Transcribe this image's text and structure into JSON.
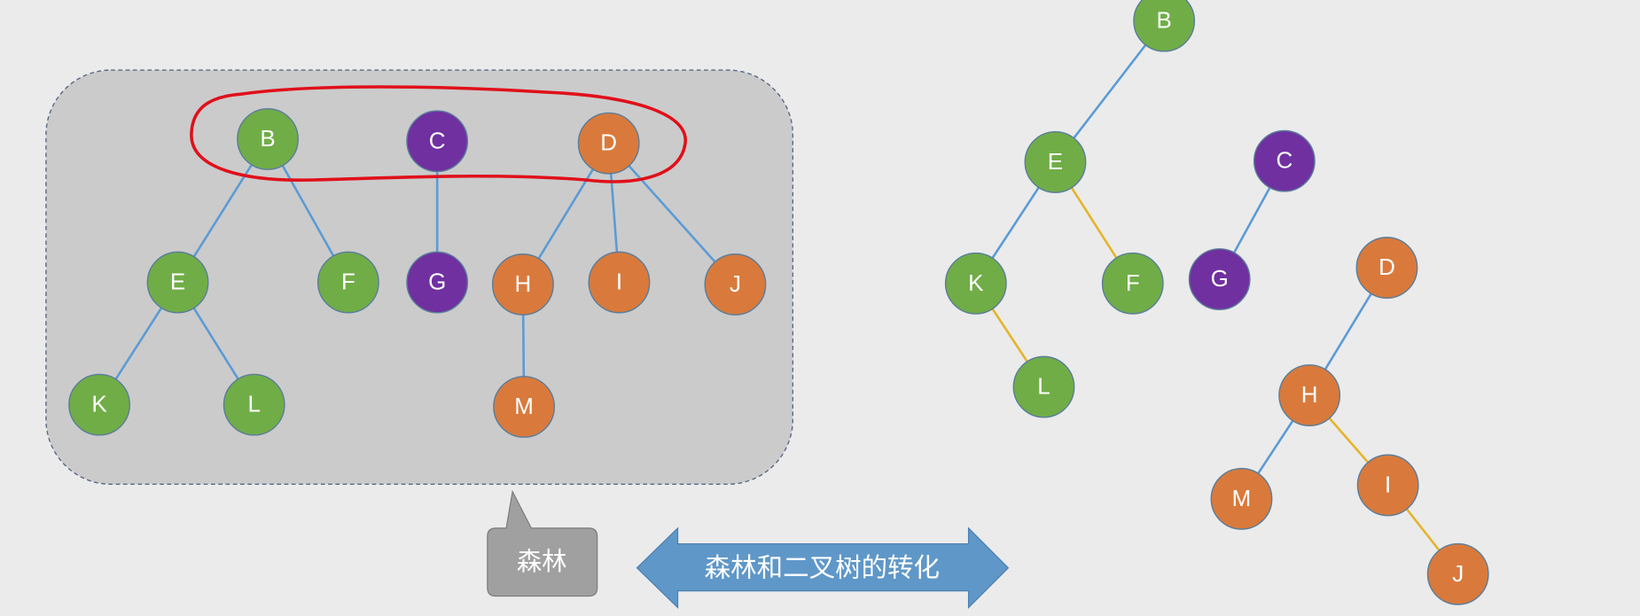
{
  "colors": {
    "green": "#70ad47",
    "purple": "#7030a0",
    "orange": "#d97a3c",
    "edge_blue": "#5b9bd5",
    "edge_yellow": "#e3b52a",
    "highlight_red": "#e0101a",
    "box": "#cbcbcb",
    "callout": "#a0a0a0",
    "arrow": "#5f97c8"
  },
  "callout": {
    "text": "森林"
  },
  "arrow": {
    "text": "森林和二叉树的转化"
  },
  "forest": {
    "nodes": [
      {
        "id": "B",
        "color": "green"
      },
      {
        "id": "C",
        "color": "purple"
      },
      {
        "id": "D",
        "color": "orange"
      },
      {
        "id": "E",
        "color": "green"
      },
      {
        "id": "F",
        "color": "green"
      },
      {
        "id": "G",
        "color": "purple"
      },
      {
        "id": "H",
        "color": "orange"
      },
      {
        "id": "I",
        "color": "orange"
      },
      {
        "id": "J",
        "color": "orange"
      },
      {
        "id": "K",
        "color": "green"
      },
      {
        "id": "L",
        "color": "green"
      },
      {
        "id": "M",
        "color": "orange"
      }
    ],
    "edges": [
      [
        "B",
        "E",
        "blue"
      ],
      [
        "B",
        "F",
        "blue"
      ],
      [
        "C",
        "G",
        "blue"
      ],
      [
        "D",
        "H",
        "blue"
      ],
      [
        "D",
        "I",
        "blue"
      ],
      [
        "D",
        "J",
        "blue"
      ],
      [
        "E",
        "K",
        "blue"
      ],
      [
        "E",
        "L",
        "blue"
      ],
      [
        "H",
        "M",
        "blue"
      ]
    ]
  },
  "binary_tree": {
    "nodes": [
      {
        "id": "B",
        "color": "green"
      },
      {
        "id": "E",
        "color": "green"
      },
      {
        "id": "C",
        "color": "purple"
      },
      {
        "id": "K",
        "color": "green"
      },
      {
        "id": "F",
        "color": "green"
      },
      {
        "id": "G",
        "color": "purple"
      },
      {
        "id": "L",
        "color": "green"
      },
      {
        "id": "D",
        "color": "orange"
      },
      {
        "id": "H",
        "color": "orange"
      },
      {
        "id": "M",
        "color": "orange"
      },
      {
        "id": "I",
        "color": "orange"
      },
      {
        "id": "J",
        "color": "orange"
      }
    ],
    "edges": [
      [
        "B",
        "E",
        "blue"
      ],
      [
        "E",
        "K",
        "blue"
      ],
      [
        "E",
        "F",
        "yellow"
      ],
      [
        "K",
        "L",
        "yellow"
      ],
      [
        "C",
        "G",
        "blue"
      ],
      [
        "D",
        "H",
        "blue"
      ],
      [
        "H",
        "M",
        "blue"
      ],
      [
        "H",
        "I",
        "yellow"
      ],
      [
        "I",
        "J",
        "yellow"
      ]
    ]
  }
}
